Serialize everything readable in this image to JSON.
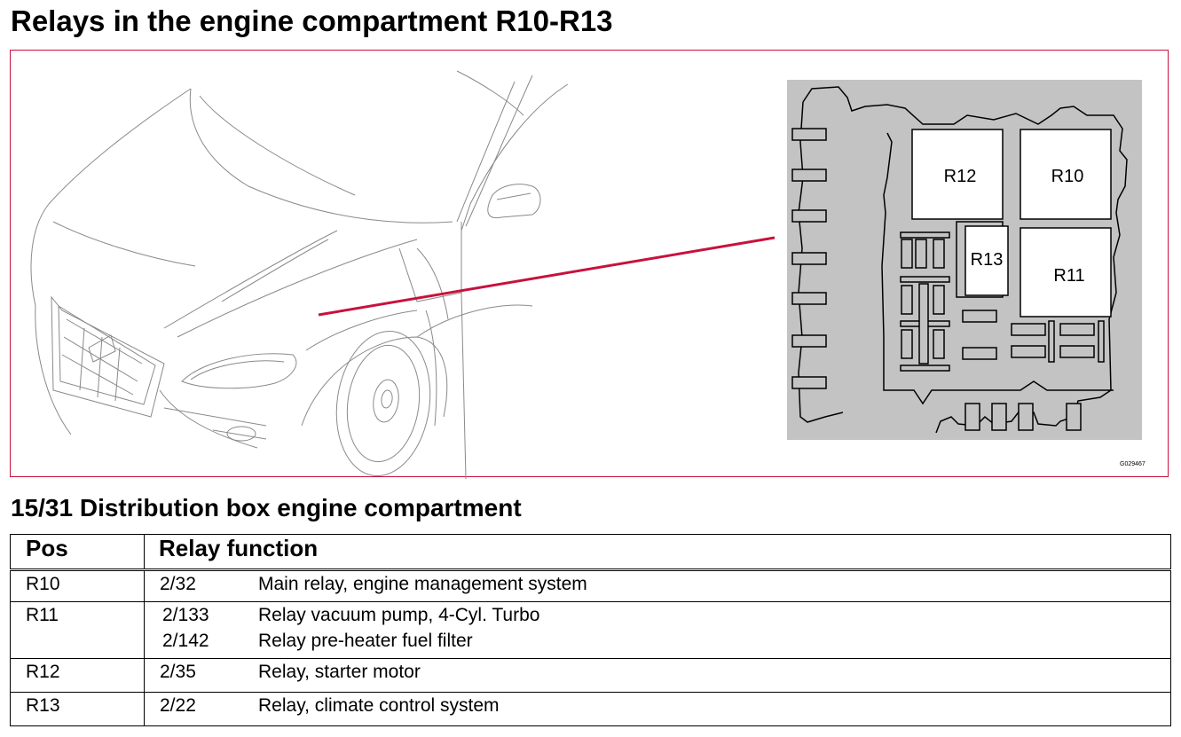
{
  "title": "Relays in the engine compartment R10-R13",
  "figure": {
    "relay_labels": [
      "R12",
      "R10",
      "R13",
      "R11"
    ],
    "code": "G029467",
    "colors": {
      "frame": "#c8113c",
      "leader_line": "#c8113c",
      "box_fill": "#c3c3c3"
    }
  },
  "subtitle": "15/31 Distribution box engine compartment",
  "table": {
    "headers": {
      "pos": "Pos",
      "function": "Relay function"
    },
    "rows": [
      {
        "pos": "R10",
        "functions": [
          {
            "code": "2/32",
            "desc": "Main relay, engine management system"
          }
        ]
      },
      {
        "pos": "R11",
        "functions": [
          {
            "code": "2/133",
            "desc": "Relay vacuum pump, 4-Cyl. Turbo"
          },
          {
            "code": "2/142",
            "desc": "Relay pre-heater fuel filter"
          }
        ]
      },
      {
        "pos": "R12",
        "functions": [
          {
            "code": "2/35",
            "desc": "Relay, starter motor"
          }
        ]
      },
      {
        "pos": "R13",
        "functions": [
          {
            "code": "2/22",
            "desc": "Relay, climate control system"
          }
        ]
      }
    ]
  }
}
